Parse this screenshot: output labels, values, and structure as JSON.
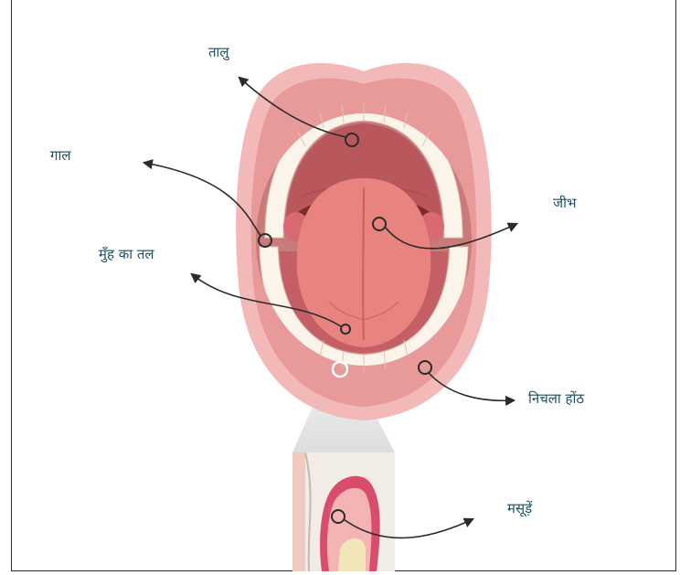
{
  "labels": {
    "palate": "तालु",
    "cheek": "गाल",
    "tongue": "जीभ",
    "mouth_floor": "मुँह का तल",
    "lower_lip": "निचला होंठ",
    "gums": "मसूड़ें"
  },
  "colors": {
    "label_text": "#1f4e5f",
    "lip": "#f3b8b8",
    "lip_inner": "#e89a9a",
    "palate": "#b8585c",
    "tongue": "#e8837f",
    "teeth": "#fbf4ea",
    "arrow": "#2b2b2b"
  }
}
